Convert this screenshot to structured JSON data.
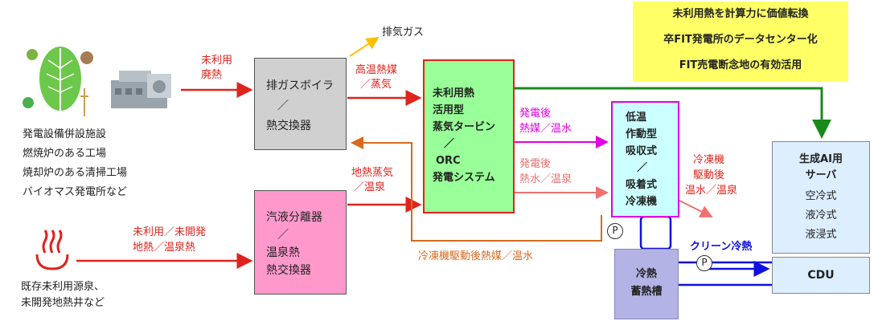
{
  "banner": {
    "line1": "未利用熱を計算力に価値転換",
    "line2": "卒FIT発電所のデータセンター化",
    "line3": "FIT売電断念地の有効活用",
    "bg_color": "#ffff66"
  },
  "sources": {
    "heat_lines": [
      "発電設備併設施設",
      "燃焼炉のある工場",
      "焼却炉のある清掃工場",
      "バイオマス発電所など"
    ],
    "spring_lines": [
      "既存未利用源泉、",
      "未開発地熱井など"
    ]
  },
  "labels": {
    "exhaust_gas": "排気ガス",
    "unused_waste_heat_1": "未利用",
    "unused_waste_heat_2": "廃熱",
    "high_temp_1": "高温熱媒",
    "high_temp_2": "／蒸気",
    "geo_steam_1": "地熱蒸気",
    "geo_steam_2": "／温泉",
    "unused_spring_1": "未利用／未開発",
    "unused_spring_2": "地熱／温泉熱",
    "after_gen_1a": "発電後",
    "after_gen_1b": "熱媒／温水",
    "after_gen_2a": "発電後",
    "after_gen_2b": "熱水／温泉",
    "chiller_after_1": "冷凍機",
    "chiller_after_2": "駆動後",
    "chiller_after_3": "温水／温泉",
    "return_flow": "冷凍機駆動後熱媒／温水",
    "clean_cooling": "クリーン冷熱",
    "pump": "P"
  },
  "boxes": {
    "boiler": [
      "排ガスボイラ",
      "／",
      "熱交換器"
    ],
    "separator": [
      "汽液分離器",
      "／",
      "温泉熱",
      "熱交換器"
    ],
    "orc": [
      "未利用熱",
      "活用型",
      "蒸気タービン",
      "／",
      "ORC",
      "発電システム"
    ],
    "chiller": [
      "低温",
      "作動型",
      "吸収式",
      "／",
      "吸着式",
      "冷凍機"
    ],
    "storage": [
      "冷熱",
      "蓄熱槽"
    ],
    "server_title": [
      "生成AI用",
      "サーバ"
    ],
    "server_types": [
      "空冷式",
      "液冷式",
      "液浸式"
    ],
    "cdu": "CDU"
  },
  "colors": {
    "red": "#e0231c",
    "orange": "#d86a1e",
    "green": "#1a8a1a",
    "magenta": "#e000e0",
    "salmon": "#f07070",
    "blue": "#1010e0",
    "orc_fill": "#99ff99",
    "chiller_fill": "#ccffff",
    "boiler_fill": "#d0d0d0",
    "separator_fill": "#ff99cc",
    "storage_fill": "#b3b3e6",
    "server_fill": "#ddeeff"
  },
  "icons": [
    "leaf-icon",
    "factory-icon",
    "hot-spring-icon",
    "pump-icon"
  ]
}
